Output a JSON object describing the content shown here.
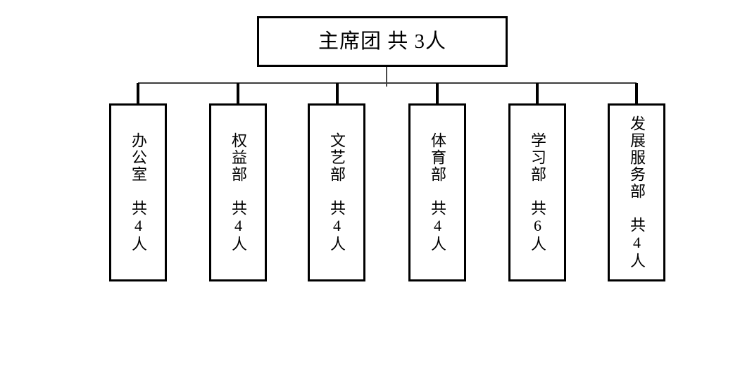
{
  "page": {
    "background_color": "#ffffff",
    "text_color": "#000000"
  },
  "org_chart": {
    "type": "organization-tree",
    "colors": {
      "node_border": "#000000",
      "node_fill": "#ffffff",
      "rail_line": "#3c3c3c",
      "drop_line": "#000000"
    },
    "root": {
      "name": "主席团",
      "count_label": "共 3人",
      "members": 3,
      "text": "主席团 共 3人"
    },
    "departments": [
      {
        "name": "办公室",
        "count_label": "共4人",
        "members": 4,
        "text": "办公室　共4人"
      },
      {
        "name": "权益部",
        "count_label": "共4人",
        "members": 4,
        "text": "权益部　共4人"
      },
      {
        "name": "文艺部",
        "count_label": "共4人",
        "members": 4,
        "text": "文艺部　共4人"
      },
      {
        "name": "体育部",
        "count_label": "共4人",
        "members": 4,
        "text": "体育部　共4人"
      },
      {
        "name": "学习部",
        "count_label": "共6人",
        "members": 6,
        "text": "学习部　共6人"
      },
      {
        "name": "发展服务部",
        "count_label": "共4人",
        "members": 4,
        "text": "发展服务部　共4人"
      }
    ]
  }
}
